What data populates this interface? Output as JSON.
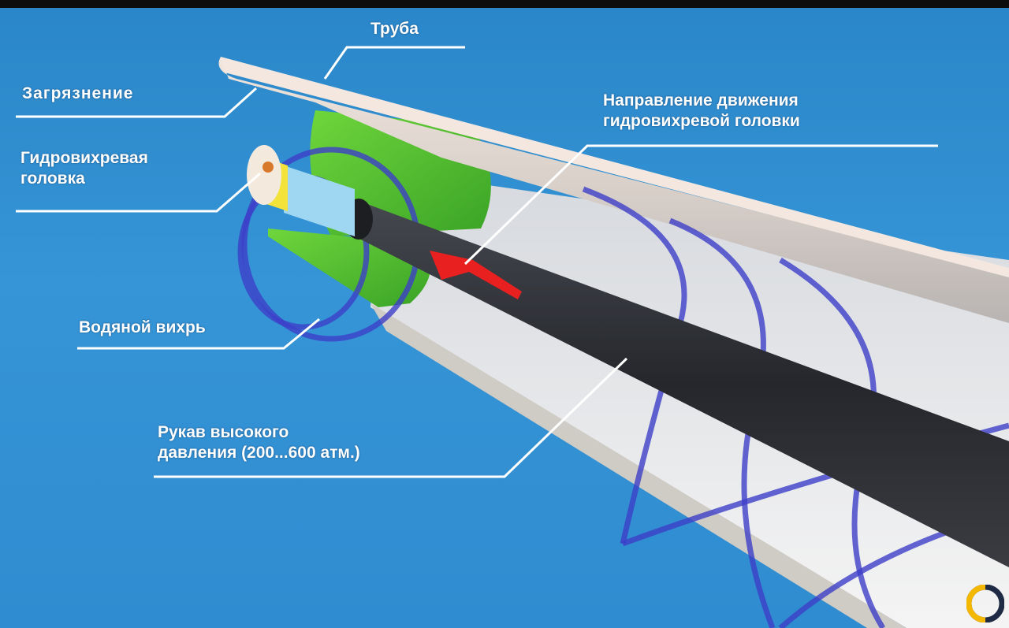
{
  "labels": {
    "pipe": "Труба",
    "contamination": "Загрязнение",
    "direction_line1": "Направление движения",
    "direction_line2": "гидровихревой головки",
    "head_line1": "Гидровихревая",
    "head_line2": "головка",
    "vortex": "Водяной вихрь",
    "hose_line1": "Рукав высокого",
    "hose_line2": "давления (200...600 атм.)"
  },
  "colors": {
    "background": "#2f8fd0",
    "pipe_wall": "#e9e6e0",
    "contamination": "#4fbf2e",
    "hose": "#2a2d33",
    "vortex": "#3d3fc8",
    "arrow": "#e82020",
    "leader_lines": "#ffffff"
  },
  "logo": {
    "icon": "brand-logo-icon",
    "colors": [
      "#1f2a44",
      "#f5b800"
    ]
  }
}
